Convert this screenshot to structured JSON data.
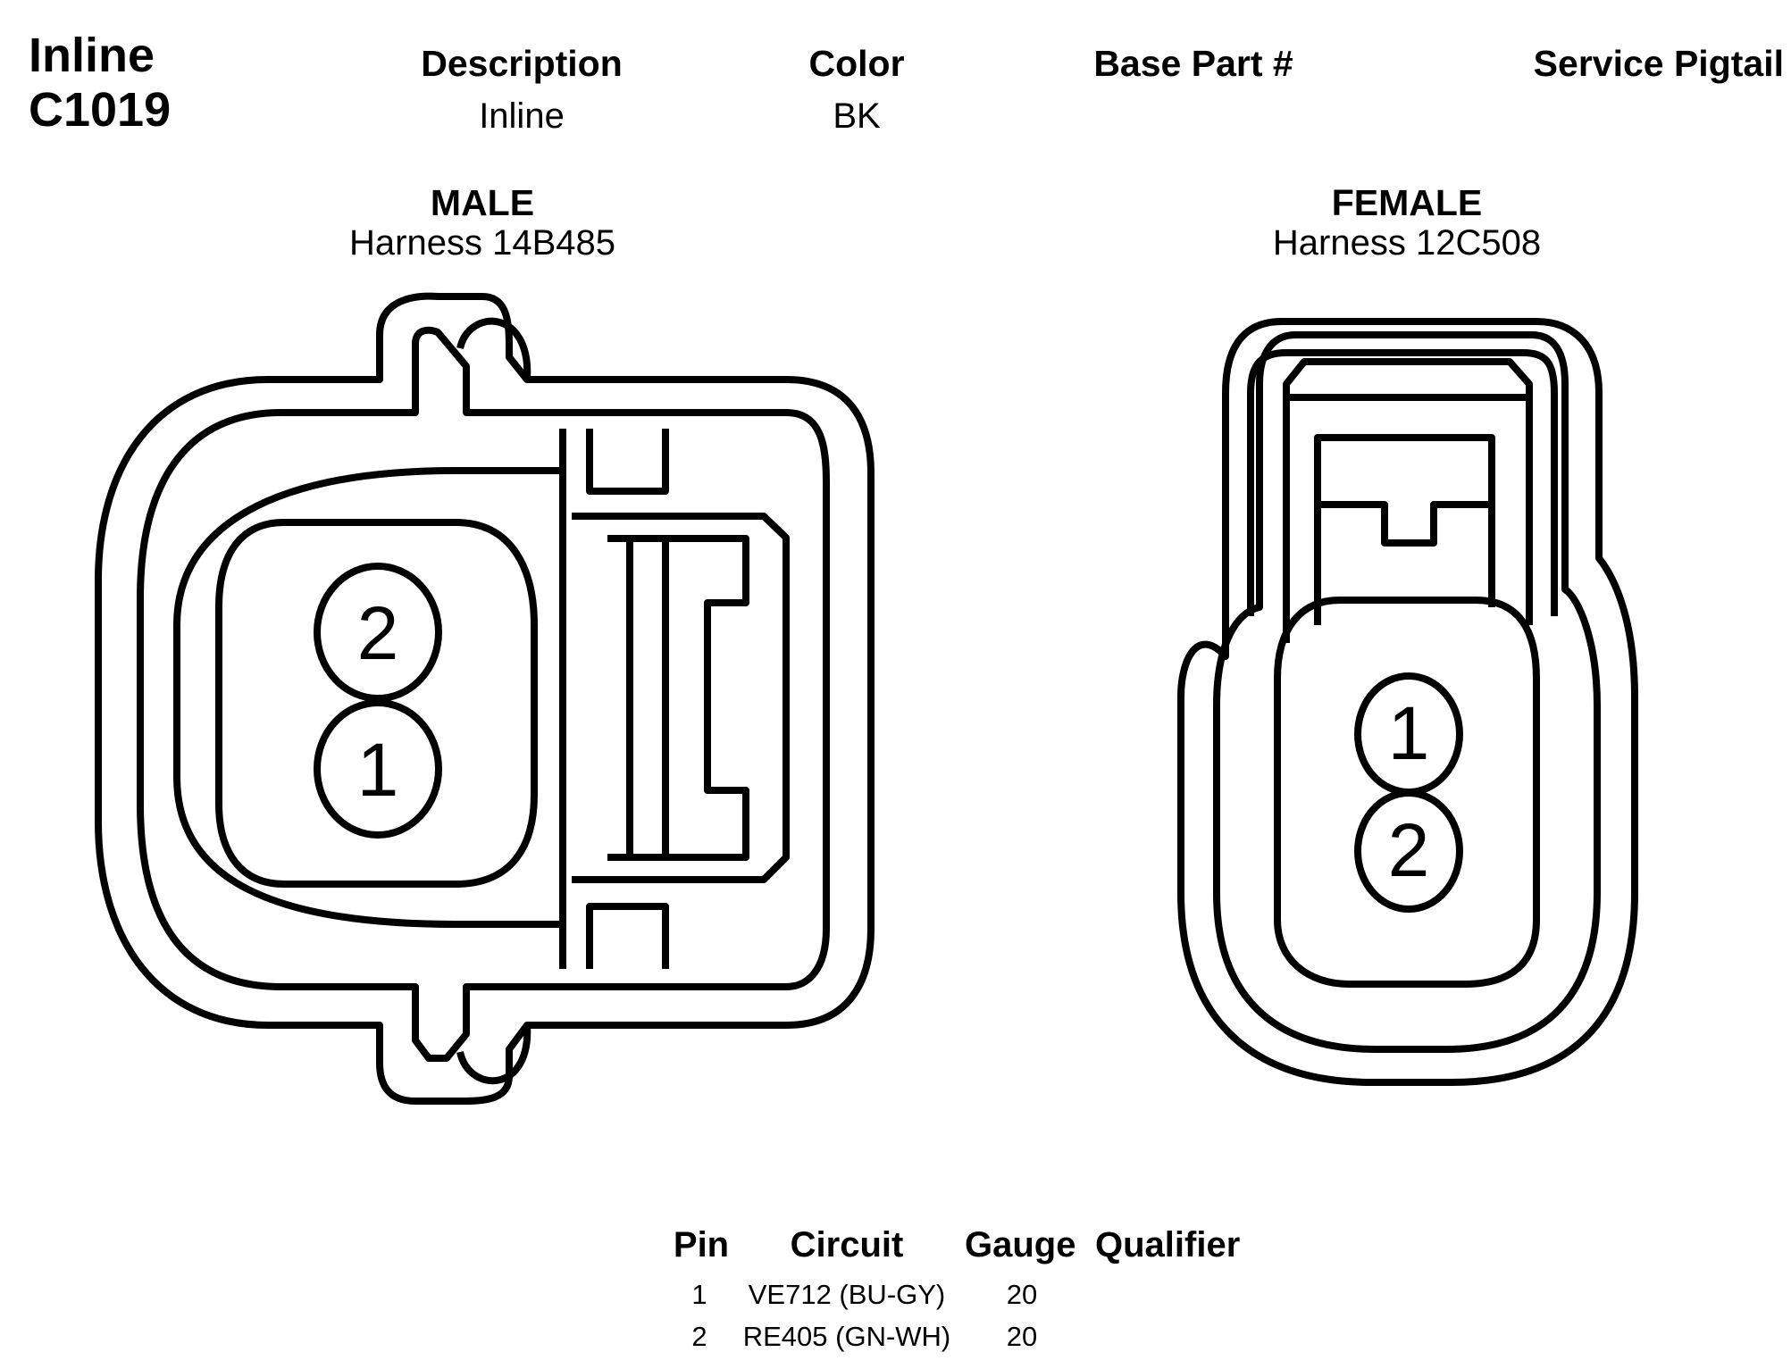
{
  "connector": {
    "line1": "Inline",
    "line2": "C1019"
  },
  "header": {
    "description_label": "Description",
    "description_value": "Inline",
    "color_label": "Color",
    "color_value": "BK",
    "base_part_label": "Base Part #",
    "base_part_value": "",
    "service_pigtail_label": "Service Pigtail",
    "service_pigtail_value": ""
  },
  "male": {
    "label": "MALE",
    "harness": "Harness 14B485",
    "pins": [
      "2",
      "1"
    ]
  },
  "female": {
    "label": "FEMALE",
    "harness": "Harness 12C508",
    "pins": [
      "1",
      "2"
    ]
  },
  "pin_table": {
    "headers": {
      "pin": "Pin",
      "circuit": "Circuit",
      "gauge": "Gauge",
      "qualifier": "Qualifier"
    },
    "rows": [
      {
        "pin": "1",
        "circuit": "VE712 (BU-GY)",
        "gauge": "20",
        "qualifier": ""
      },
      {
        "pin": "2",
        "circuit": "RE405 (GN-WH)",
        "gauge": "20",
        "qualifier": ""
      }
    ]
  },
  "colors": {
    "line": "#000000",
    "background": "#ffffff"
  }
}
